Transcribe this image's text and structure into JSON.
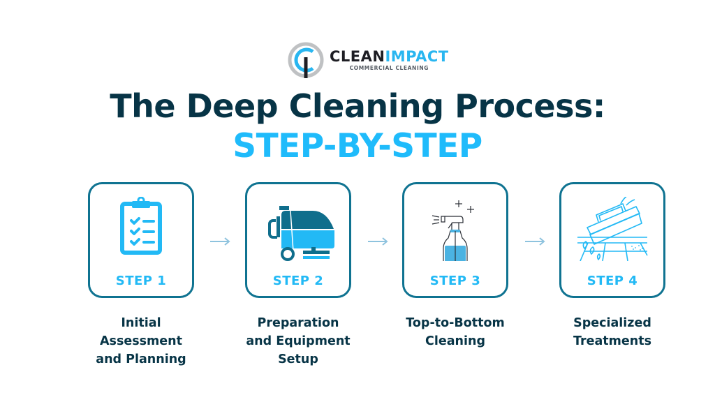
{
  "brand": {
    "name_part1": "CLEAN",
    "name_part2": "IMPACT",
    "tagline": "COMMERCIAL CLEANING",
    "colors": {
      "dark": "#1e1e24",
      "accent": "#29b6f0",
      "gray": "#bfc1c3"
    },
    "icon": "logo-c-mark-icon"
  },
  "header": {
    "title": "The Deep Cleaning Process:",
    "subtitle": "STEP-BY-STEP",
    "title_color": "#073446",
    "subtitle_color": "#1fbbfb"
  },
  "steps": [
    {
      "label": "STEP 1",
      "icon": "clipboard-checklist-icon",
      "desc_lines": [
        "Initial",
        "Assessment",
        "and Planning"
      ]
    },
    {
      "label": "STEP 2",
      "icon": "floor-scrubber-machine-icon",
      "desc_lines": [
        "Preparation",
        "and Equipment",
        "Setup"
      ]
    },
    {
      "label": "STEP 3",
      "icon": "spray-bottle-icon",
      "desc_lines": [
        "Top-to-Bottom",
        "Cleaning"
      ]
    },
    {
      "label": "STEP 4",
      "icon": "scrub-brush-icon",
      "desc_lines": [
        "Specialized",
        "Treatments"
      ]
    }
  ],
  "arrow_icon": "arrow-right-icon",
  "colors": {
    "card_border": "#0f7391",
    "step_label": "#22b9f5",
    "arrow": "#8ec3de"
  }
}
